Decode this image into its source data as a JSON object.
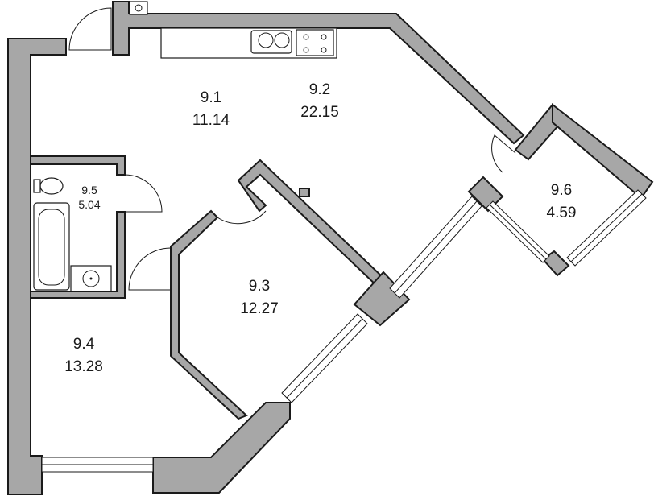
{
  "rooms": [
    {
      "id": "9.1",
      "area": "11.14"
    },
    {
      "id": "9.2",
      "area": "22.15"
    },
    {
      "id": "9.3",
      "area": "12.27"
    },
    {
      "id": "9.4",
      "area": "13.28"
    },
    {
      "id": "9.5",
      "area": "5.04"
    },
    {
      "id": "9.6",
      "area": "4.59"
    }
  ],
  "colors": {
    "wall": "#a7a7a7",
    "line": "#1a1a1a",
    "background": "#ffffff"
  },
  "icons": [
    "door-swing-icon",
    "kitchen-sink-icon",
    "cooktop-icon",
    "toilet-icon",
    "bathtub-icon",
    "washbasin-icon",
    "window-icon"
  ]
}
